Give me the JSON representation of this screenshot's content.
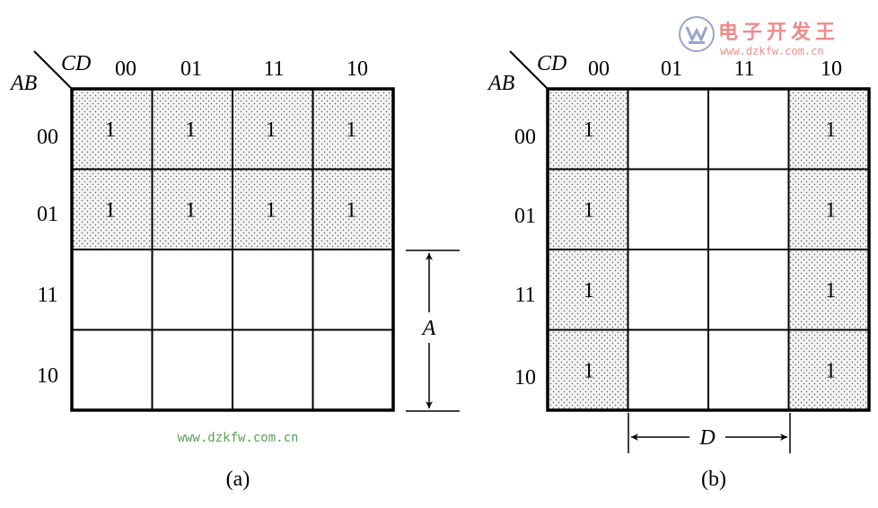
{
  "maps": [
    {
      "id": "a",
      "col_var": "CD",
      "row_var": "AB",
      "col_labels": [
        "00",
        "01",
        "11",
        "10"
      ],
      "row_labels": [
        "00",
        "01",
        "11",
        "10"
      ],
      "cells": [
        [
          "1",
          "1",
          "1",
          "1"
        ],
        [
          "1",
          "1",
          "1",
          "1"
        ],
        [
          "",
          "",
          "",
          ""
        ],
        [
          "",
          "",
          "",
          ""
        ]
      ],
      "shaded": [
        [
          1,
          1,
          1,
          1
        ],
        [
          1,
          1,
          1,
          1
        ],
        [
          0,
          0,
          0,
          0
        ],
        [
          0,
          0,
          0,
          0
        ]
      ],
      "dimension_label": "A",
      "caption": "(a)"
    },
    {
      "id": "b",
      "col_var": "CD",
      "row_var": "AB",
      "col_labels": [
        "00",
        "01",
        "11",
        "10"
      ],
      "row_labels": [
        "00",
        "01",
        "11",
        "10"
      ],
      "cells": [
        [
          "1",
          "",
          "",
          "1"
        ],
        [
          "1",
          "",
          "",
          "1"
        ],
        [
          "1",
          "",
          "",
          "1"
        ],
        [
          "1",
          "",
          "",
          "1"
        ]
      ],
      "shaded": [
        [
          1,
          0,
          0,
          1
        ],
        [
          1,
          0,
          0,
          1
        ],
        [
          1,
          0,
          0,
          1
        ],
        [
          1,
          0,
          0,
          1
        ]
      ],
      "dimension_label": "D",
      "caption": "(b)"
    }
  ],
  "watermarks": {
    "bottom": "www.dzkfw.com.cn",
    "logo_title": "电子开发王",
    "logo_url": "www.dzkfw.com.cn"
  },
  "colors": {
    "shade": "#f1f1f1",
    "dot": "#555555",
    "wm_green": "#5aa05a",
    "wm_red": "#f08a8a",
    "wm_blue": "#9aa3cf"
  }
}
